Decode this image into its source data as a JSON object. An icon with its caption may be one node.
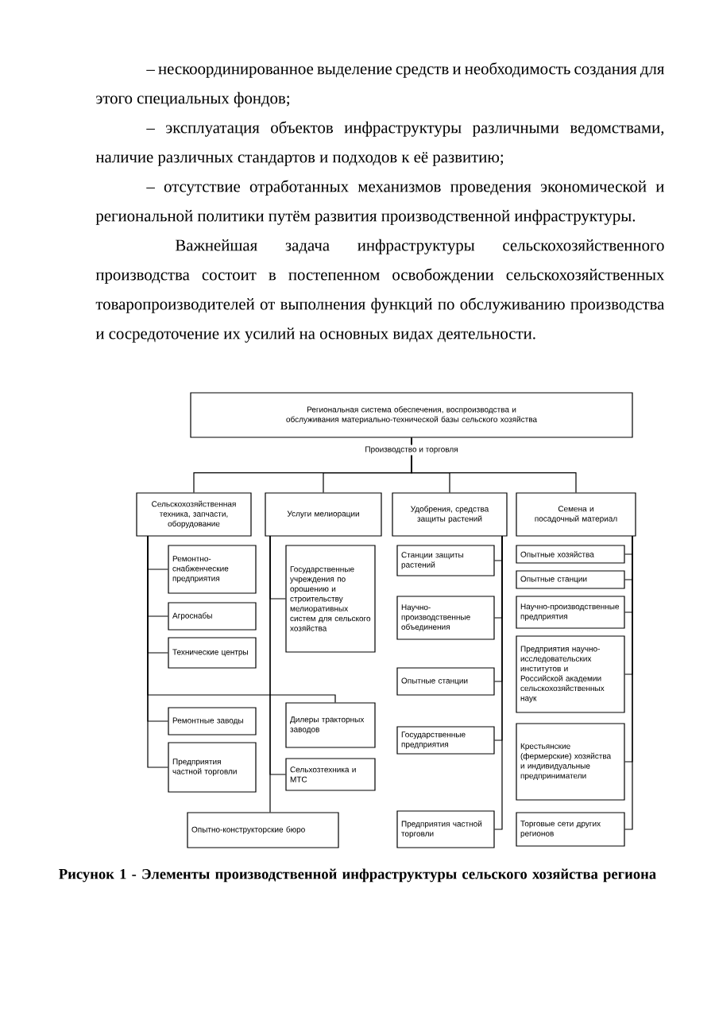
{
  "diagram": {
    "caption": "Рисунок 1 - Элементы производственной инфраструктуры сельского хозяйства региона",
    "nodes": [
      {
        "text": [
          "Региональная система обеспечения, воспроизводства и обслуживания материально-технической базы сельского хозяйства"
        ]
      },
      {
        "text": [
          "Сельскохозяйственная техника, запчасти, оборудование"
        ]
      },
      {
        "text": [
          "Услуги мелиорации"
        ]
      },
      {
        "text": [
          "Удобрения, средства защиты растений"
        ]
      },
      {
        "text": [
          "Семена и посадочный материал"
        ]
      },
      {
        "text": [
          "Ремонтно-снабженческие предприятия"
        ]
      },
      {
        "text": [
          "Агроснабы"
        ]
      },
      {
        "text": [
          "Технические центры"
        ]
      },
      {
        "text": [
          "Ремонтные заводы"
        ]
      },
      {
        "text": [
          "Предприятия частной торговли"
        ]
      },
      {
        "text": [
          "Опытно-конструкторские бюро"
        ]
      },
      {
        "text": [
          "Государственные учреждения по орошению и строительству мелиоративных систем для сельского хозяйства"
        ]
      },
      {
        "text": [
          "Дилеры тракторных заводов"
        ]
      },
      {
        "text": [
          "Сельхозтехника и МТС"
        ]
      },
      {
        "text": [
          "Станции защиты растений"
        ]
      },
      {
        "text": [
          "Научно-производственные объединения"
        ]
      },
      {
        "text": [
          "Опытные станции"
        ]
      },
      {
        "text": [
          "Государственные предприятия"
        ]
      },
      {
        "text": [
          "Предприятия частной торговли"
        ]
      },
      {
        "text": [
          "Опытные хозяйства"
        ]
      },
      {
        "text": [
          "Опытные станции"
        ]
      },
      {
        "text": [
          "Научно-производственные предприятия"
        ]
      },
      {
        "text": [
          "Предприятия научно-исследовательских институтов и Российской академии сельскохозяйственных наук"
        ]
      },
      {
        "text": [
          "Крестьянские (фермерские) хозяйства и индивидуальные предприниматели"
        ]
      },
      {
        "text": [
          "Торговые сети других регионов"
        ]
      }
    ],
    "edges": [
      {
        "from": 0,
        "to": 1,
        "arrow": "none"
      },
      {
        "from": 0,
        "to": 2,
        "arrow": "none"
      },
      {
        "from": 0,
        "to": 3,
        "arrow": "none"
      },
      {
        "from": 0,
        "to": 4,
        "arrow": "none"
      },
      {
        "from": 1,
        "to": 5,
        "arrow": "none"
      },
      {
        "from": 1,
        "to": 6,
        "arrow": "none"
      },
      {
        "from": 1,
        "to": 7,
        "arrow": "none"
      },
      {
        "from": 1,
        "to": 8,
        "arrow": "none"
      },
      {
        "from": 1,
        "to": 9,
        "arrow": "none"
      },
      {
        "from": 1,
        "to": 12,
        "arrow": "none"
      },
      {
        "from": 2,
        "to": 11,
        "arrow": "none"
      },
      {
        "from": 2,
        "to": 13,
        "arrow": "none"
      },
      {
        "from": 2,
        "to": 10,
        "arrow": "none"
      },
      {
        "from": 3,
        "to": 14,
        "arrow": "none"
      },
      {
        "from": 3,
        "to": 15,
        "arrow": "none"
      },
      {
        "from": 3,
        "to": 16,
        "arrow": "none"
      },
      {
        "from": 3,
        "to": 17,
        "arrow": "none"
      },
      {
        "from": 3,
        "to": 18,
        "arrow": "none"
      },
      {
        "from": 4,
        "to": 19,
        "arrow": "none"
      },
      {
        "from": 4,
        "to": 20,
        "arrow": "none"
      },
      {
        "from": 4,
        "to": 21,
        "arrow": "none"
      },
      {
        "from": 4,
        "to": 22,
        "arrow": "none"
      },
      {
        "from": 4,
        "to": 23,
        "arrow": "none"
      },
      {
        "from": 4,
        "to": 24,
        "arrow": "none"
      }
    ],
    "labels": [
      "– нескоординированное выделение средств и необходимость создания для этого специальных фондов;",
      "– эксплуатация объектов инфраструктуры различными ведомствами, наличие различных стандартов и подходов к её развитию;",
      "– отсутствие отработанных механизмов проведения экономической и региональной политики путём развития производственной инфраструктуры.",
      "Важнейшая задача инфраструктуры сельскохозяйственного производства состоит в постепенном освобождении сельскохозяйственных товаропроизводителей от выполнения функций по обслуживанию производства и сосредоточение их усилий на основных видах деятельности.",
      "Производство и торговля"
    ]
  }
}
